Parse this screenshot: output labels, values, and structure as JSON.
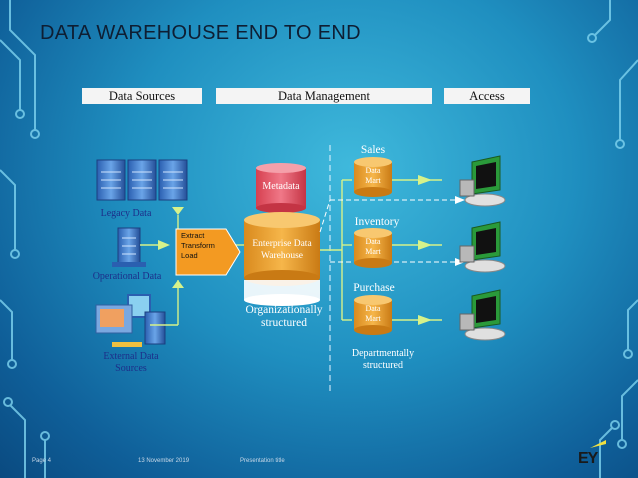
{
  "title": "DATA WAREHOUSE END TO END",
  "headers": {
    "sources": "Data Sources",
    "management": "Data Management",
    "access": "Access"
  },
  "sources": {
    "legacy": "Legacy  Data",
    "operational": "Operational  Data",
    "external": "External Data Sources"
  },
  "etl": "Extract Transform Load",
  "metadata": "Metadata",
  "warehouse": "Enterprise Data Warehouse",
  "org_structured": "Organizationally structured",
  "marts": [
    {
      "title": "Sales",
      "label": "Data Mart"
    },
    {
      "title": "Inventory",
      "label": "Data Mart"
    },
    {
      "title": "Purchase",
      "label": "Data Mart"
    }
  ],
  "dept_structured": "Departmentally structured",
  "footer": {
    "page": "Page 4",
    "date": "13 November 2019",
    "presentation": "Presentation title"
  },
  "logo": "EY",
  "colors": {
    "background": "#1f8fc0",
    "arrow": "#d6f28a",
    "warehouse": "#f0a838",
    "metadata": "#e85a6a",
    "mart": "#f0a838",
    "etl": "#f39a22"
  }
}
